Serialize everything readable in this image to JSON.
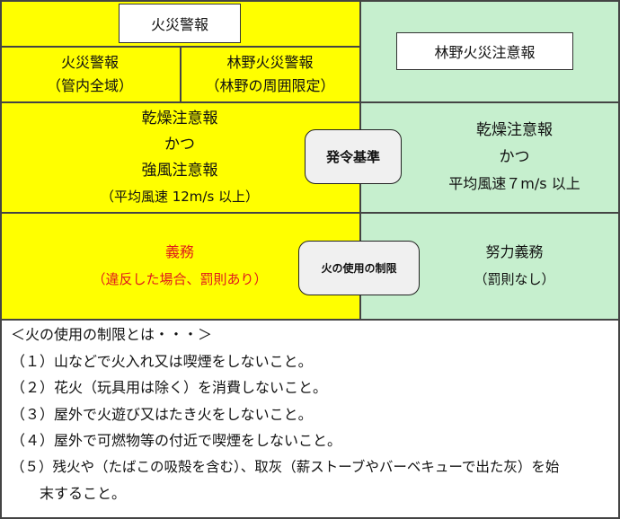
{
  "header": {
    "fire_warning_box": "火災警報",
    "forest_caution_box": "林野火災注意報"
  },
  "warning_types": {
    "fire_warning": {
      "title": "火災警報",
      "scope": "（管内全域）"
    },
    "forest_fire_warning": {
      "title": "林野火災警報",
      "scope": "（林野の周囲限定）"
    }
  },
  "criteria": {
    "label": "発令基準",
    "warning_lines": [
      "乾燥注意報",
      "かつ",
      "強風注意報",
      "（平均風速 12m/s 以上）"
    ],
    "caution_lines": [
      "乾燥注意報",
      "かつ",
      "平均風速７m/s 以上"
    ]
  },
  "restriction": {
    "label": "火の使用の制限",
    "warning_title": "義務",
    "warning_note": "（違反した場合、罰則あり）",
    "caution_title": "努力義務",
    "caution_note": "（罰則なし）"
  },
  "notes": {
    "heading": "＜火の使用の制限とは・・・＞",
    "items": [
      "（１）山などで火入れ又は喫煙をしないこと。",
      "（２）花火（玩具用は除く）を消費しないこと。",
      "（３）屋外で火遊び又はたき火をしないこと。",
      "（４）屋外で可燃物等の付近で喫煙をしないこと。",
      "（５）残火や（たばこの吸殻を含む）、取灰（薪ストーブやバーベキューで出た灰）を始"
    ],
    "continuation": "末すること。"
  },
  "colors": {
    "warning_bg": "#ffff00",
    "caution_bg": "#c6efce",
    "obligation_text": "#e01c1c"
  }
}
